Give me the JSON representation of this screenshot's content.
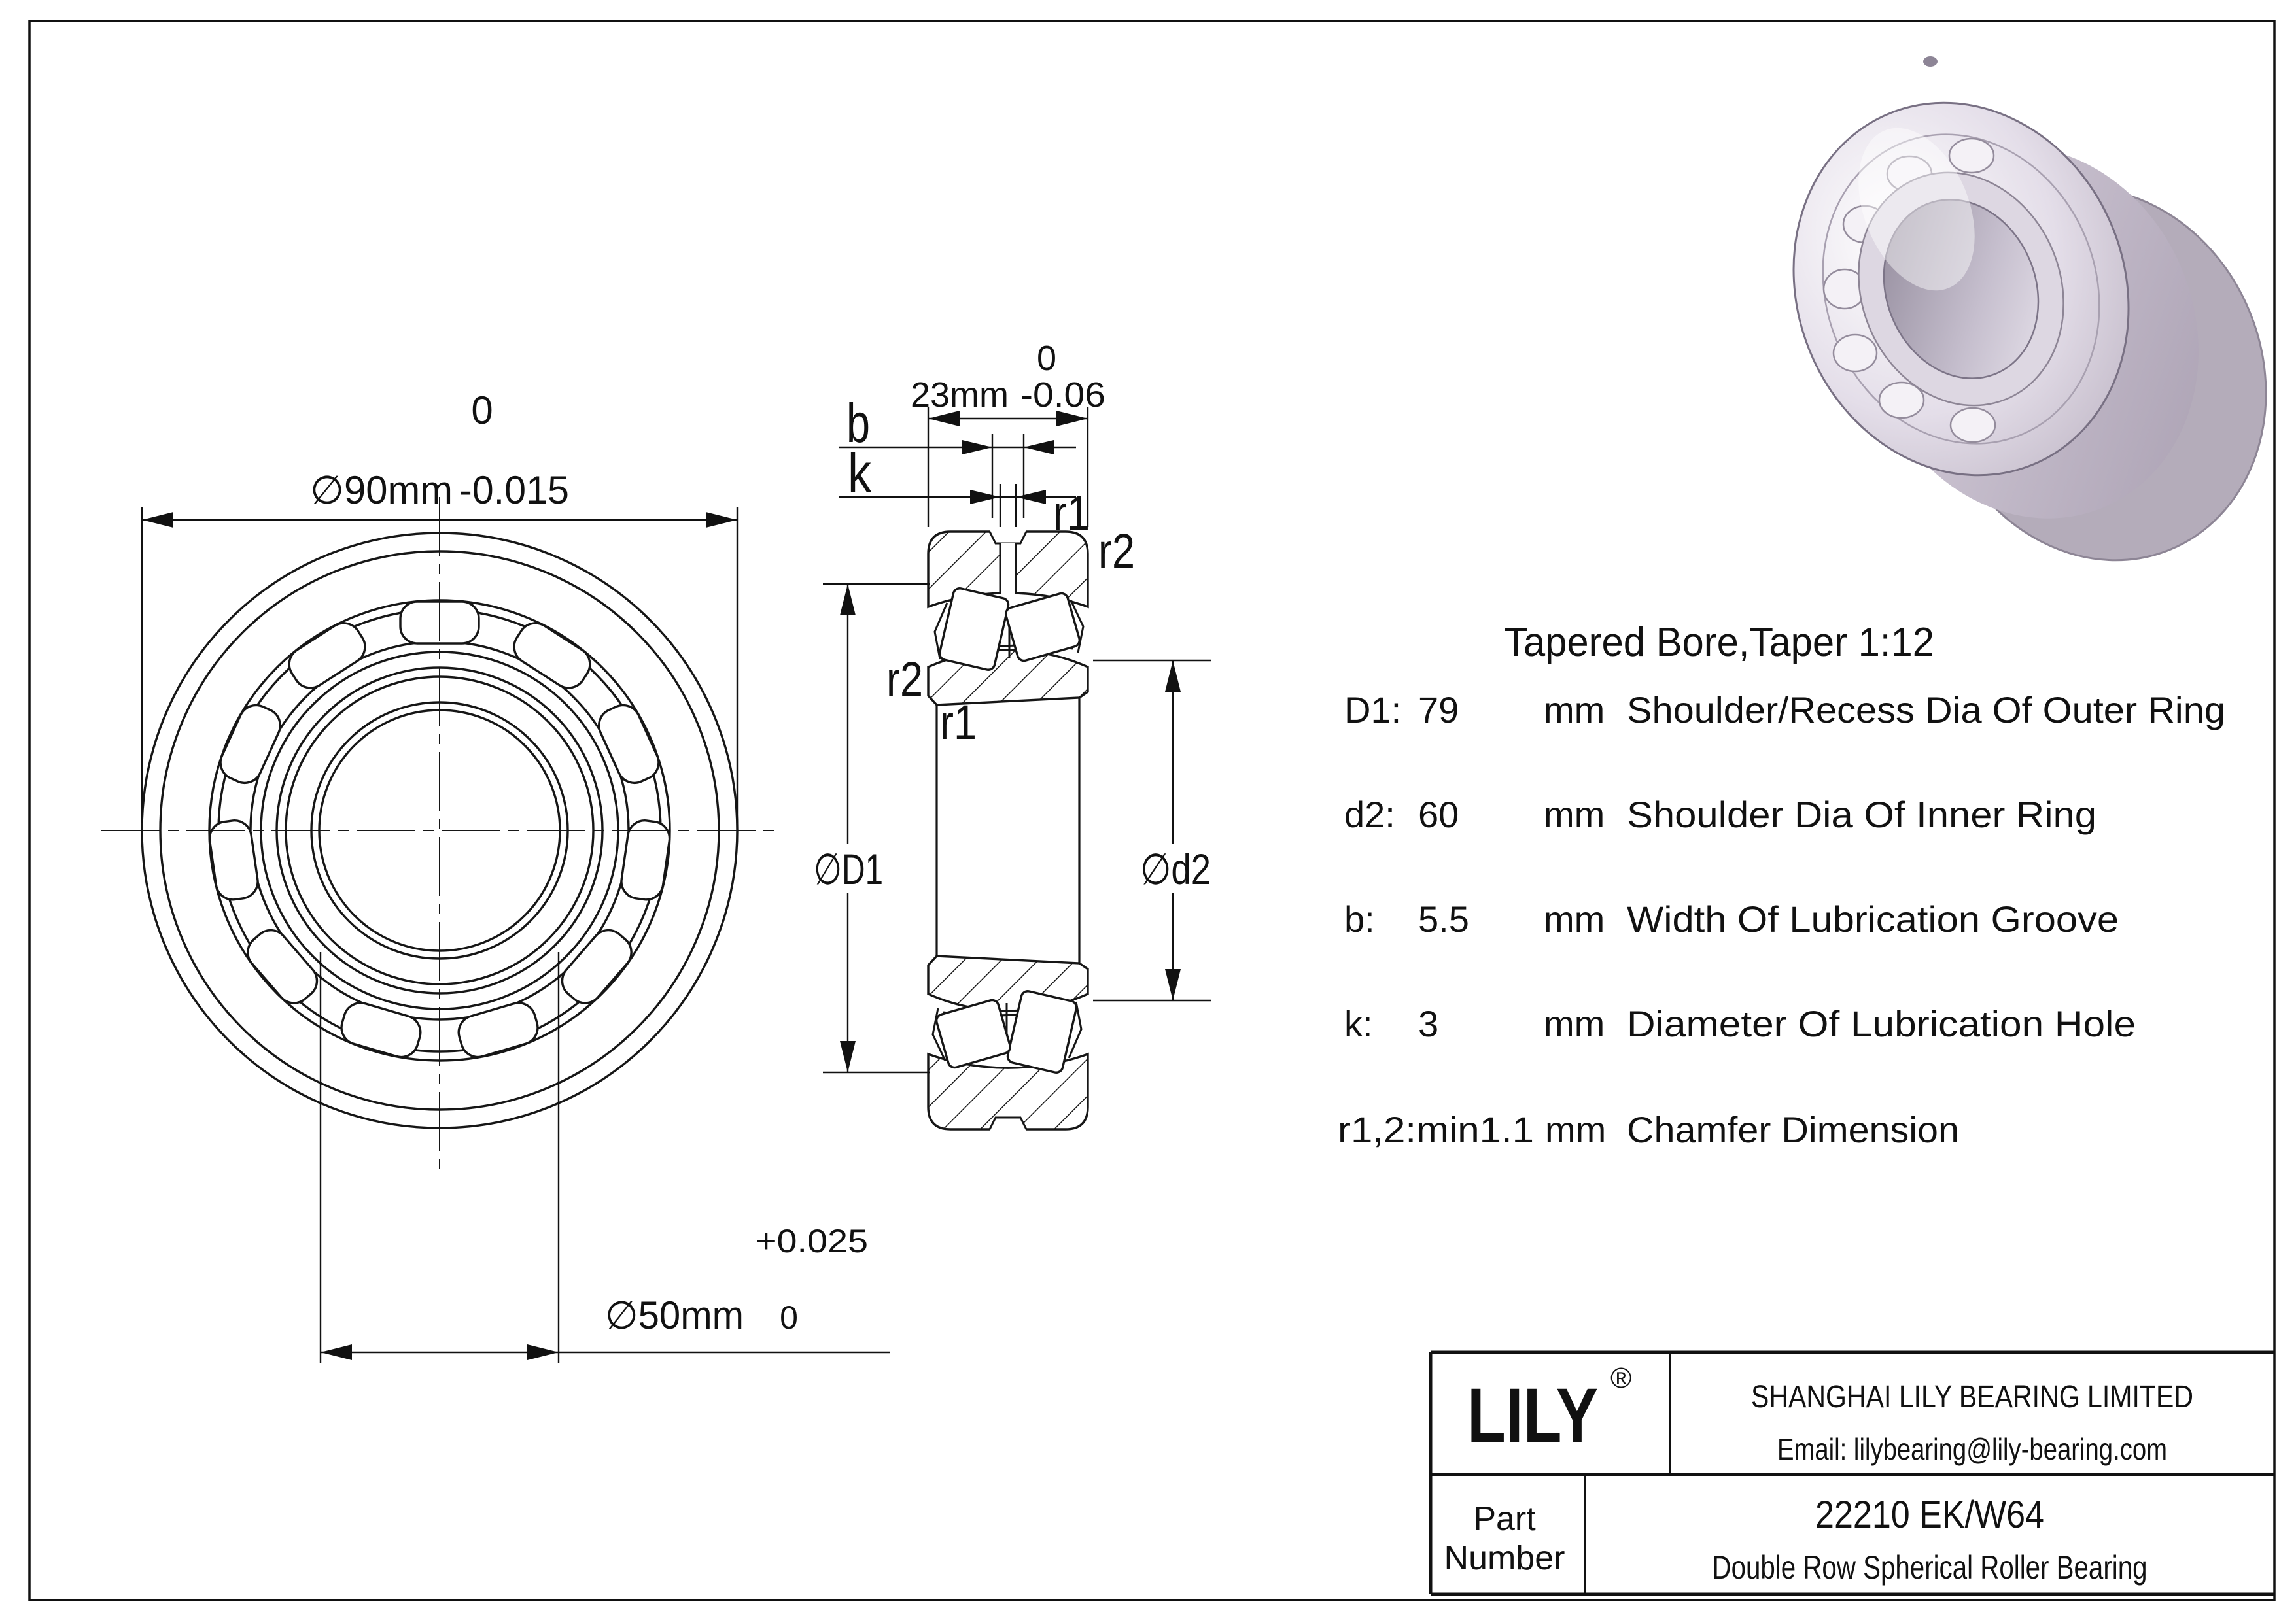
{
  "drawing": {
    "front_view": {
      "dim_outer": {
        "value": "∅90mm",
        "tol_upper": "0",
        "tol_lower": "-0.015"
      },
      "dim_bore": {
        "value": "∅50mm",
        "tol_upper": "+0.025",
        "tol_lower": "0"
      }
    },
    "section_view": {
      "dim_width": {
        "value": "23mm",
        "tol_upper": "0",
        "tol_lower": "-0.06"
      },
      "label_b": "b",
      "label_k": "k",
      "label_r1_top": "r1",
      "label_r2_top": "r2",
      "label_r2_left": "r2",
      "label_r1_left": "r1",
      "label_D1": "∅D1",
      "label_d2": "∅d2"
    }
  },
  "specs": {
    "title": "Tapered Bore,Taper 1:12",
    "rows": [
      {
        "label": "D1:",
        "value": "79",
        "unit": "mm",
        "desc": "Shoulder/Recess Dia Of Outer Ring"
      },
      {
        "label": "d2:",
        "value": "60",
        "unit": "mm",
        "desc": "Shoulder Dia Of Inner Ring"
      },
      {
        "label": "b:",
        "value": "5.5",
        "unit": "mm",
        "desc": "Width Of Lubrication Groove"
      },
      {
        "label": "k:",
        "value": "3",
        "unit": "mm",
        "desc": "Diameter Of Lubrication Hole"
      },
      {
        "label": "r1,2:min1.1",
        "value": "",
        "unit": "mm",
        "desc": "Chamfer Dimension"
      }
    ]
  },
  "title_block": {
    "logo": "LILY",
    "registered": "®",
    "company": "SHANGHAI LILY BEARING LIMITED",
    "email": "Email: lilybearing@lily-bearing.com",
    "part_label_line1": "Part",
    "part_label_line2": "Number",
    "part_number": "22210 EK/W64",
    "part_description": "Double Row Spherical Roller Bearing"
  }
}
